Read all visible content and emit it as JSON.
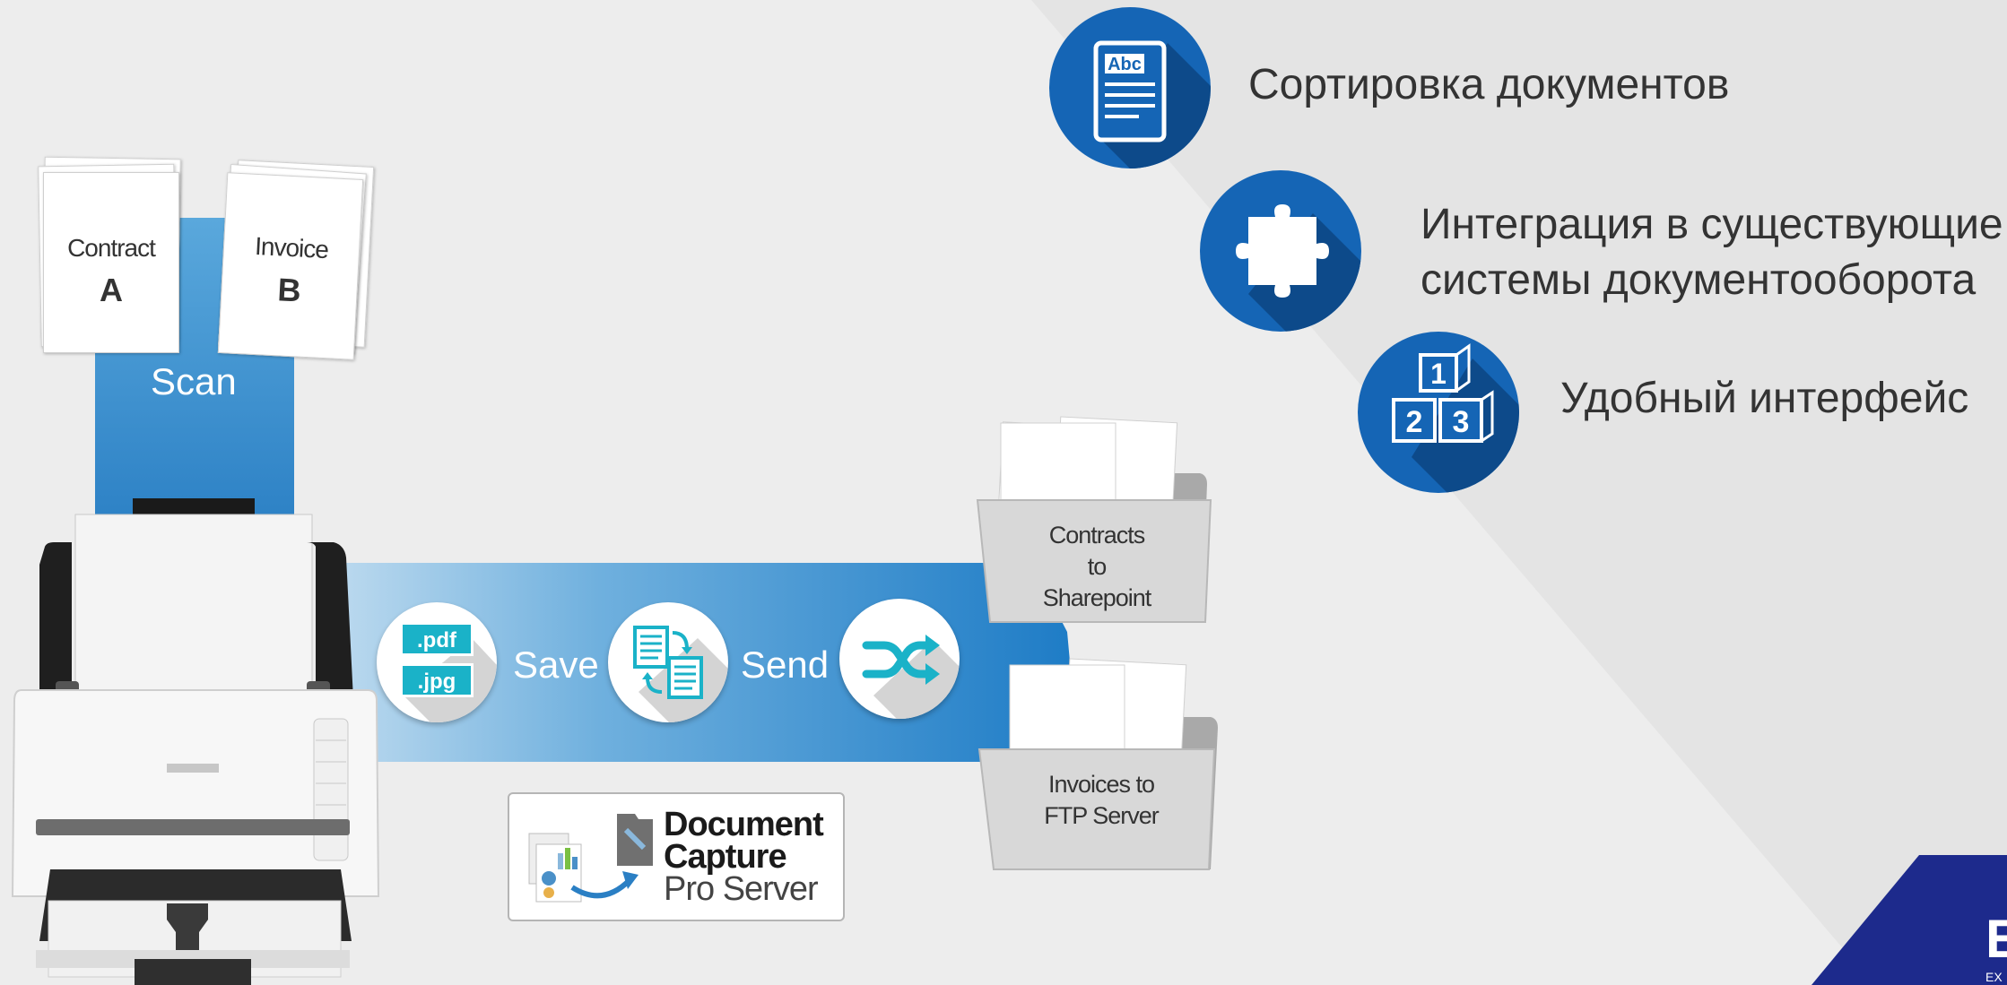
{
  "documents": {
    "contract": {
      "title": "Contract",
      "letter": "A"
    },
    "invoice": {
      "title": "Invoice",
      "letter": "B"
    }
  },
  "workflow": {
    "scan_label": "Scan",
    "save_label": "Save",
    "send_label": "Send",
    "formats": [
      ".pdf",
      ".jpg"
    ]
  },
  "destinations": [
    {
      "line1": "Contracts",
      "line2": "to",
      "line3": "Sharepoint"
    },
    {
      "line1": "Invoices to",
      "line2": "FTP Server"
    }
  ],
  "product": {
    "line1": "Document",
    "line2": "Capture",
    "line3": "Pro Server"
  },
  "features": [
    {
      "text": "Сортировка документов",
      "icon": "document-abc-icon"
    },
    {
      "line1": "Интеграция в существующие",
      "line2": "системы документооборота",
      "icon": "puzzle-icon"
    },
    {
      "text": "Удобный интерфейс",
      "icon": "blocks-123-icon"
    }
  ],
  "brand_mark": {
    "letter": "E",
    "sub": "EX"
  },
  "colors": {
    "accent_blue": "#1565b5",
    "flow_blue": "#2f8fd0",
    "teal": "#1ab2c8",
    "brand_navy": "#1d2a8c"
  }
}
